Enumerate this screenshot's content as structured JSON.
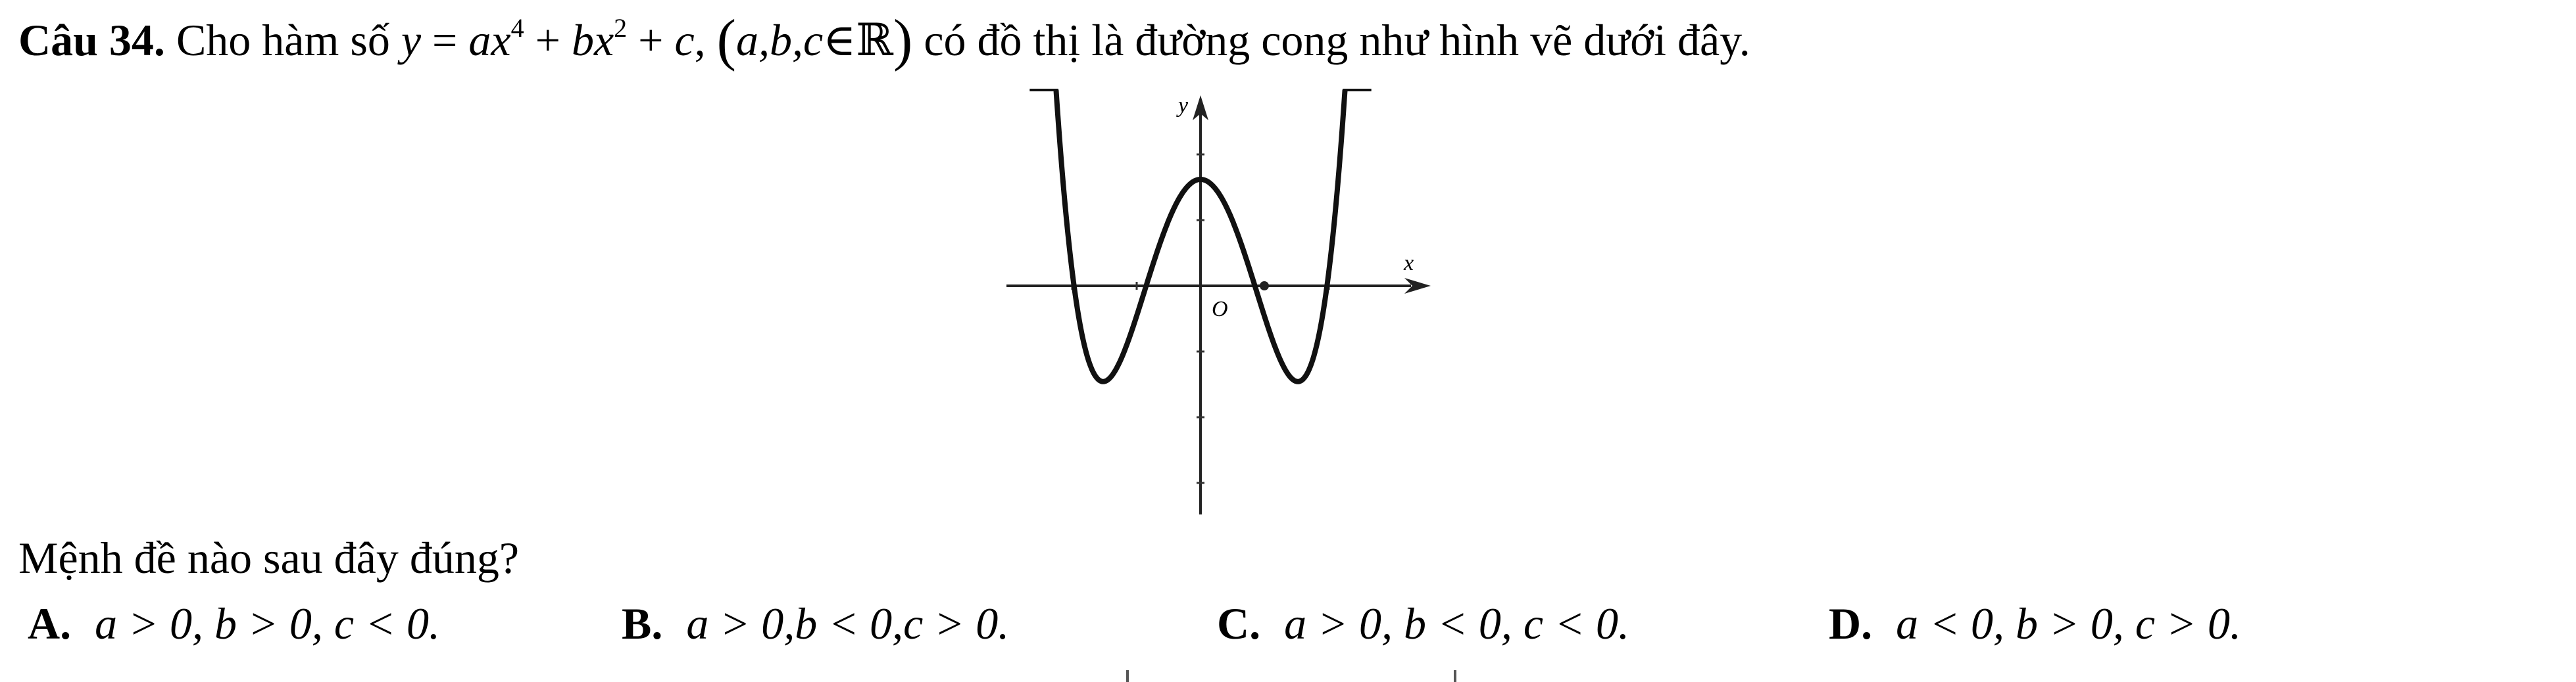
{
  "question": {
    "label": "Câu 34.",
    "intro": "Cho hàm số",
    "function_lhs": "y",
    "equals": "=",
    "term_a": "ax",
    "exp4": "4",
    "plus1": "+",
    "term_b": "bx",
    "exp2": "2",
    "plus2": "+",
    "term_c": "c",
    "sep": ",",
    "cond_open": "(",
    "cond_vars": "a,b,c",
    "cond_in": "∈",
    "cond_set": "ℝ",
    "cond_close": ")",
    "outro": "có đồ thị là đường cong như hình vẽ dưới đây."
  },
  "graph": {
    "y_label": "y",
    "x_label": "x",
    "origin_label": "O"
  },
  "prompt": "Mệnh đề nào sau đây đúng?",
  "answers": [
    {
      "label": "A.",
      "text": "a > 0, b > 0, c < 0."
    },
    {
      "label": "B.",
      "text": "a > 0,b < 0,c > 0."
    },
    {
      "label": "C.",
      "text": "a > 0, b < 0, c < 0."
    },
    {
      "label": "D.",
      "text": "a < 0, b > 0, c > 0."
    }
  ]
}
